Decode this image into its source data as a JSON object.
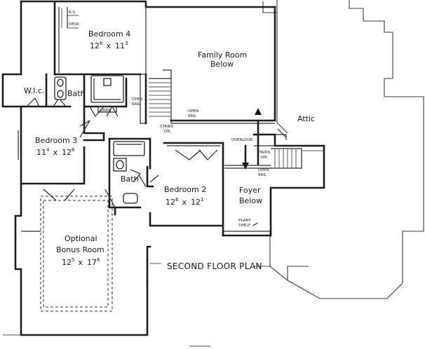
{
  "rooms": {
    "bedroom4": {
      "name": "Bedroom 4",
      "dim_w": "12",
      "dim_w_sup": "6",
      "dim_x": "x",
      "dim_h": "11",
      "dim_h_sup": "3"
    },
    "family_room": {
      "line1": "Family Room",
      "line2": "Below"
    },
    "wic": {
      "name": "W.I.c."
    },
    "bath_upper": {
      "name": "Bath"
    },
    "bedroom3": {
      "name": "Bedroom 3",
      "dim_w": "11",
      "dim_w_sup": "4",
      "dim_x": "x",
      "dim_h": "12",
      "dim_h_sup": "6"
    },
    "bath_lower": {
      "name": "Bath"
    },
    "bedroom2": {
      "name": "Bedroom 2",
      "dim_w": "12",
      "dim_w_sup": "6",
      "dim_x": "x",
      "dim_h": "12",
      "dim_h_sup": "1"
    },
    "foyer": {
      "line1": "Foyer",
      "line2": "Below"
    },
    "bonus": {
      "line1": "Optional",
      "line2": "Bonus Room",
      "dim_w": "12",
      "dim_w_sup": "5",
      "dim_x": "x",
      "dim_h": "17",
      "dim_h_sup": "6"
    },
    "attic": {
      "name": "Attic"
    }
  },
  "notes": {
    "desk": "DESK",
    "rs": "R.S.",
    "linen": "LINEN",
    "open_rail_1_a": "OPEN",
    "open_rail_1_b": "RAIL",
    "open_rail_2_a": "OPEN",
    "open_rail_2_b": "RAIL",
    "open_rail_3_a": "OPEN",
    "open_rail_3_b": "RAIL",
    "stairs_dn_1_a": "STAIRS",
    "stairs_dn_1_b": "DN.",
    "stairs_dn_2_a": "STAIRS",
    "stairs_dn_2_b": "DN.",
    "overlook": "OVERLOOK",
    "plant_shelf_a": "PLANT",
    "plant_shelf_b": "SHELF"
  },
  "title": "SECOND FLOOR PLAN"
}
